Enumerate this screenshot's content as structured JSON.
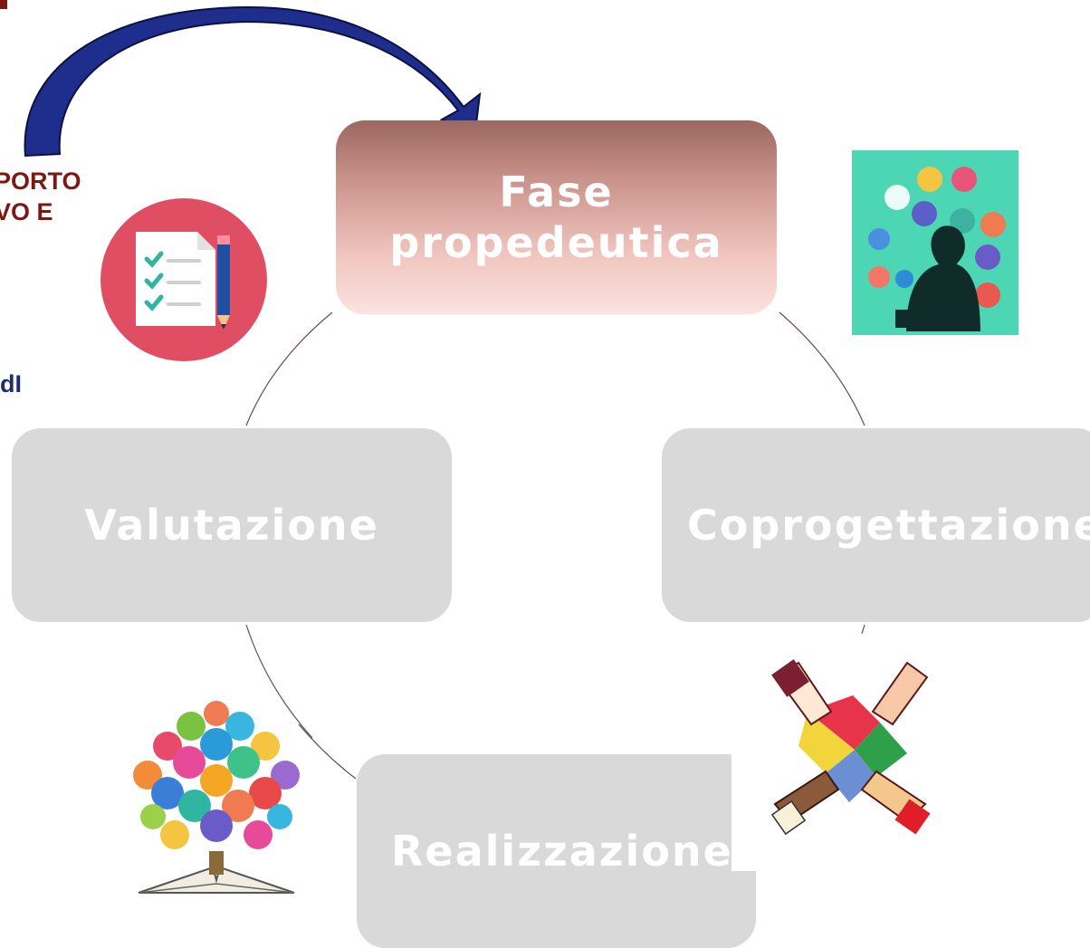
{
  "phases": {
    "active": "Fase\npropedeutica",
    "valutazione": "Valutazione",
    "coprogettazione": "Coprogettazione",
    "realizzazione": "Realizzazione"
  },
  "left_text": {
    "line1": "PORTO",
    "line2": "VO E",
    "line3": "dI"
  },
  "colors": {
    "active_box_top": "#9b675e",
    "active_box_bottom": "#fce2df",
    "inactive_box": "#d9d9d9",
    "arrow": "#1f2d8c",
    "left_text_red": "#7b1a14",
    "left_text_blue": "#1f2d6e"
  },
  "icons": {
    "checklist": "checklist-icon",
    "student": "student-science-icon",
    "puzzle": "puzzle-hands-icon",
    "knowledge": "knowledge-book-tree-icon",
    "arrow": "curved-arrow-icon"
  }
}
